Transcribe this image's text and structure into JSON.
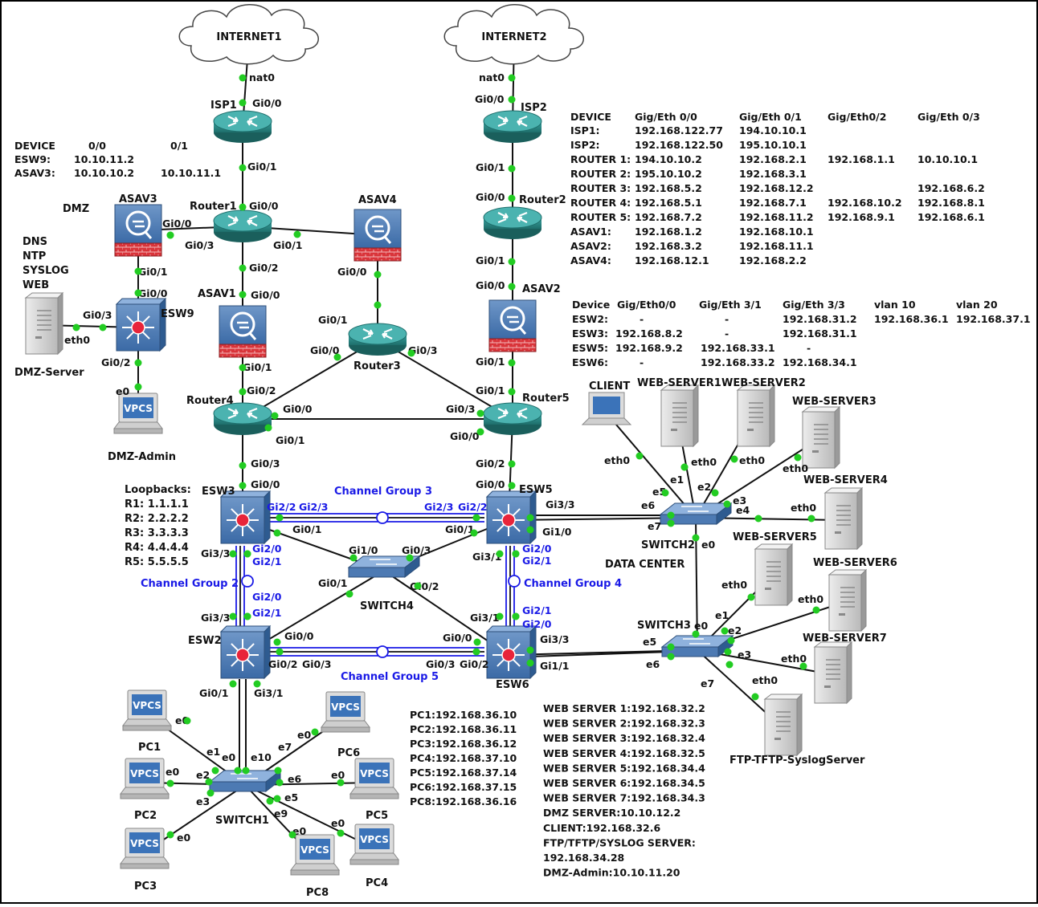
{
  "clouds": {
    "internet1": "INTERNET1",
    "internet2": "INTERNET2"
  },
  "devices": {
    "isp1": "ISP1",
    "isp2": "ISP2",
    "router1": "Router1",
    "router2": "Router2",
    "router3": "Router3",
    "router4": "Router4",
    "router5": "Router5",
    "asav1": "ASAV1",
    "asav2": "ASAV2",
    "asav3": "ASAV3",
    "asav4": "ASAV4",
    "esw2": "ESW2",
    "esw3": "ESW3",
    "esw5": "ESW5",
    "esw6": "ESW6",
    "esw9": "ESW9",
    "switch1": "SWITCH1",
    "switch2": "SWITCH2",
    "switch3": "SWITCH3",
    "switch4": "SWITCH4",
    "dmz_server": "DMZ-Server",
    "dmz_admin": "DMZ-Admin",
    "client": "CLIENT",
    "web1": "WEB-SERVER1",
    "web2": "WEB-SERVER2",
    "web3": "WEB-SERVER3",
    "web4": "WEB-SERVER4",
    "web5": "WEB-SERVER5",
    "web6": "WEB-SERVER6",
    "web7": "WEB-SERVER7",
    "ftp": "FTP-TFTP-SyslogServer",
    "pc1": "PC1",
    "pc2": "PC2",
    "pc3": "PC3",
    "pc4": "PC4",
    "pc5": "PC5",
    "pc6": "PC6",
    "pc8": "PC8"
  },
  "vpcs": "VPCS",
  "areas": {
    "dmz": "DMZ",
    "data_center": "DATA CENTER"
  },
  "dmz_services": [
    "DNS",
    "NTP",
    "SYSLOG",
    "WEB"
  ],
  "channel_groups": {
    "cg2": "Channel Group 2",
    "cg3": "Channel Group 3",
    "cg4": "Channel Group 4",
    "cg5": "Channel Group 5"
  },
  "loopbacks": [
    "Loopbacks:",
    "R1: 1.1.1.1",
    "R2: 2.2.2.2",
    "R3: 3.3.3.3",
    "R4: 4.4.4.4",
    "R5: 5.5.5.5"
  ],
  "esw9_table": {
    "header": [
      "DEVICE",
      "0/0",
      "0/1"
    ],
    "rows": [
      [
        "ESW9:",
        "10.10.11.2",
        ""
      ],
      [
        "ASAV3:",
        "10.10.10.2",
        "10.10.11.1"
      ]
    ]
  },
  "router_table": {
    "header": [
      "DEVICE",
      "Gig/Eth 0/0",
      "Gig/Eth 0/1",
      "Gig/Eth0/2",
      "Gig/Eth 0/3"
    ],
    "rows": [
      [
        "ISP1:",
        "192.168.122.77",
        "194.10.10.1",
        "",
        ""
      ],
      [
        "ISP2:",
        "192.168.122.50",
        "195.10.10.1",
        "",
        ""
      ],
      [
        "ROUTER 1:",
        "194.10.10.2",
        "192.168.2.1",
        "192.168.1.1",
        "10.10.10.1"
      ],
      [
        "ROUTER 2:",
        "195.10.10.2",
        "192.168.3.1",
        "",
        ""
      ],
      [
        "ROUTER 3:",
        "192.168.5.2",
        "192.168.12.2",
        "",
        "192.168.6.2"
      ],
      [
        "ROUTER 4:",
        "192.168.5.1",
        "192.168.7.1",
        "192.168.10.2",
        "192.168.8.1"
      ],
      [
        "ROUTER 5:",
        "192.168.7.2",
        "192.168.11.2",
        "192.168.9.1",
        "192.168.6.1"
      ],
      [
        "ASAV1:",
        "192.168.1.2",
        "192.168.10.1",
        "",
        ""
      ],
      [
        "ASAV2:",
        "192.168.3.2",
        "192.168.11.1",
        "",
        ""
      ],
      [
        "ASAV4:",
        "192.168.12.1",
        "192.168.2.2",
        "",
        ""
      ]
    ]
  },
  "esw_table": {
    "header": [
      "Device",
      "Gig/Eth0/0",
      "Gig/Eth  3/1",
      "Gig/Eth  3/3",
      "vlan 10",
      "vlan 20"
    ],
    "rows": [
      [
        "ESW2:",
        "-",
        "-",
        "192.168.31.2",
        "192.168.36.1",
        "192.168.37.1"
      ],
      [
        "ESW3:",
        "192.168.8.2",
        "-",
        "192.168.31.1",
        "",
        ""
      ],
      [
        "ESW5:",
        "192.168.9.2",
        "192.168.33.1",
        "-",
        "",
        ""
      ],
      [
        "ESW6:",
        "-",
        "192.168.33.2",
        "192.168.34.1",
        "",
        ""
      ]
    ]
  },
  "pc_list": [
    "PC1:192.168.36.10",
    "PC2:192.168.36.11",
    "PC3:192.168.36.12",
    "PC4:192.168.37.10",
    "PC5:192.168.37.14",
    "PC6:192.168.37.15",
    "PC8:192.168.36.16"
  ],
  "server_list": [
    "WEB SERVER 1:192.168.32.2",
    "WEB SERVER 2:192.168.32.3",
    "WEB SERVER 3:192.168.32.4",
    "WEB SERVER 4:192.168.32.5",
    "WEB SERVER 5:192.168.34.4",
    "WEB SERVER 6:192.168.34.5",
    "WEB SERVER 7:192.168.34.3",
    "DMZ SERVER:10.10.12.2",
    "CLIENT:192.168.32.6",
    "FTP/TFTP/SYSLOG SERVER:",
    "192.168.34.28",
    "DMZ-Admin:10.10.11.20"
  ],
  "ports": {
    "nat0": "nat0",
    "gi00": "Gi0/0",
    "gi01": "Gi0/1",
    "gi02": "Gi0/2",
    "gi03": "Gi0/3",
    "gi10": "Gi1/0",
    "gi11": "Gi1/1",
    "gi20": "Gi2/0",
    "gi21": "Gi2/1",
    "gi22": "Gi2/2",
    "gi23": "Gi2/3",
    "gi31": "Gi3/1",
    "gi33": "Gi3/3",
    "eth0": "eth0",
    "e0": "e0",
    "e1": "e1",
    "e2": "e2",
    "e3": "e3",
    "e4": "e4",
    "e5": "e5",
    "e6": "e6",
    "e7": "e7",
    "e9": "e9",
    "e10": "e10"
  },
  "colors": {
    "router": "#2e8b88",
    "link": "#111111",
    "channel": "#1a1ae6",
    "port_dot": "#22cc22",
    "firewall": "#5a8fc7",
    "brick": "#d9343a"
  }
}
